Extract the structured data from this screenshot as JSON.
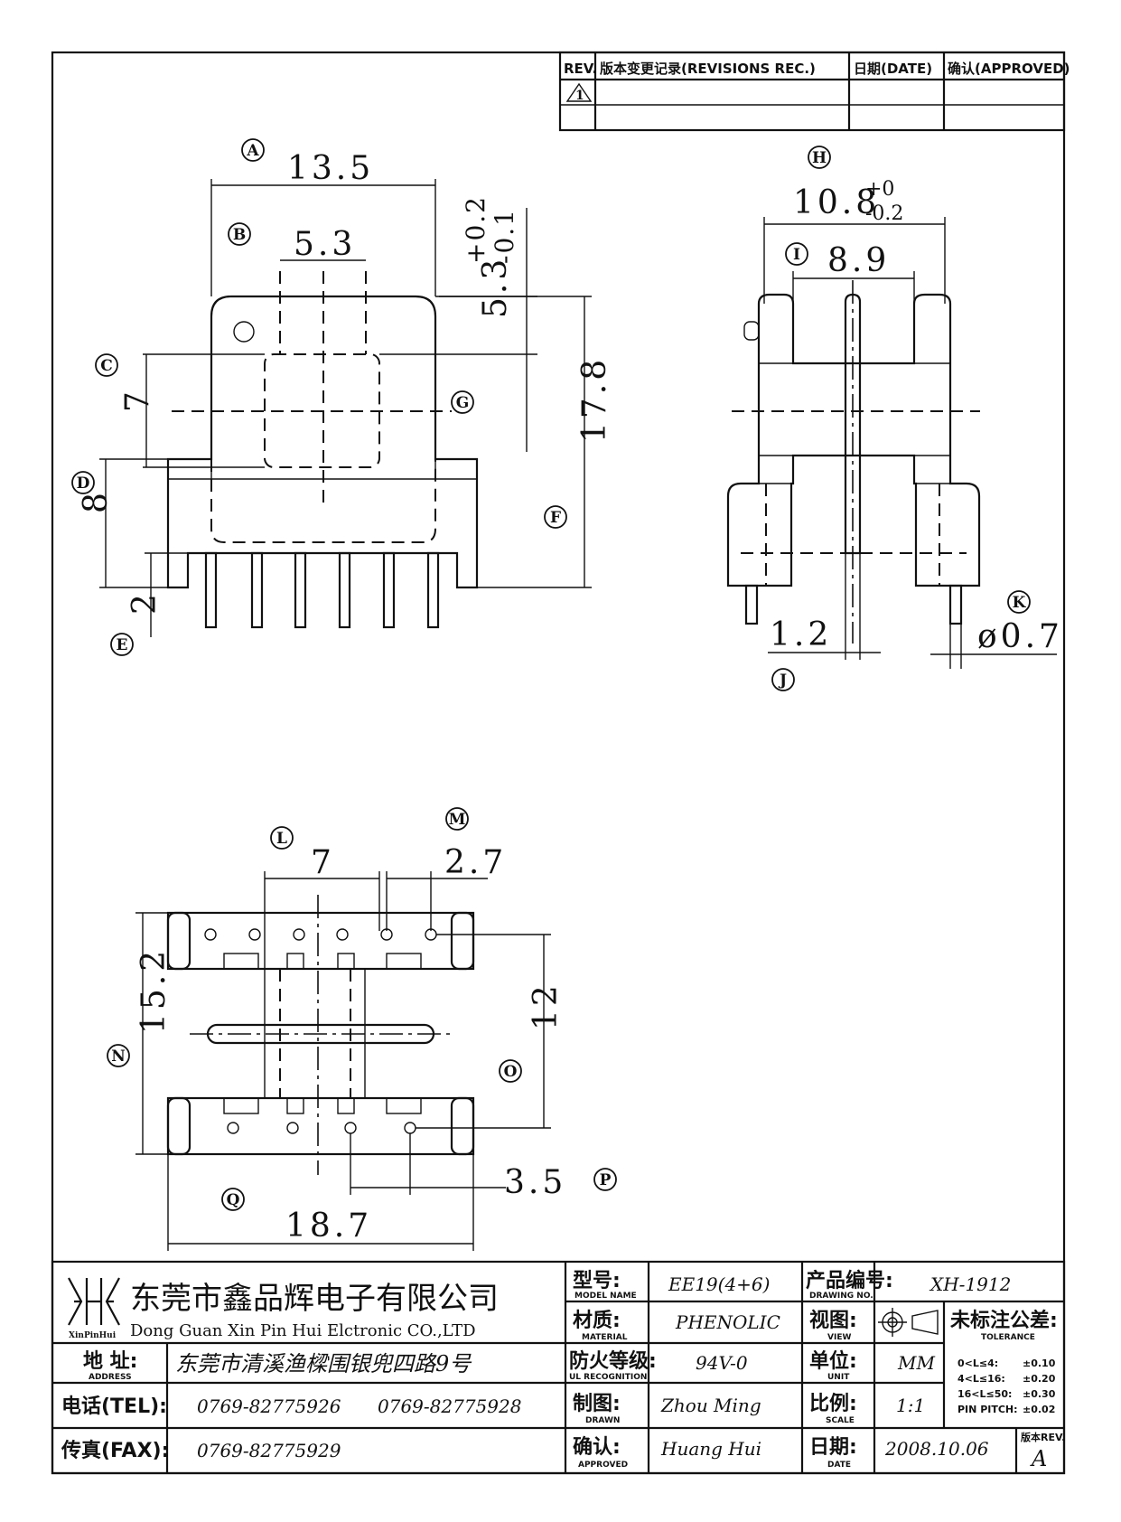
{
  "revision_table": {
    "col_rev": "REV.",
    "col_desc": "版本变更记录(REVISIONS REC.)",
    "col_date": "日期(DATE)",
    "col_approved": "确认(APPROVED)",
    "rev_mark": "1"
  },
  "front_view": {
    "callouts": [
      "A",
      "B",
      "C",
      "D",
      "E",
      "F",
      "G"
    ],
    "dims": {
      "width_total": "13.5",
      "core_width": "5.3",
      "height_upper_main": "5.3",
      "height_upper_tol_plus": "+0.2",
      "height_upper_tol_minus": "-0.1",
      "height_window": "7",
      "height_total": "17.8",
      "height_base": "8",
      "pin_gap": "2"
    }
  },
  "side_view": {
    "callouts": [
      "H",
      "I",
      "J",
      "K"
    ],
    "dims": {
      "width_total_main": "10.8",
      "width_total_tol_plus": "+0",
      "width_total_tol_minus": "-0.2",
      "inner_width": "8.9",
      "wall": "1.2",
      "pin_dia": "ø0.7"
    }
  },
  "bottom_view": {
    "callouts": [
      "L",
      "M",
      "N",
      "O",
      "P",
      "Q"
    ],
    "dims": {
      "pin_row_span": "7",
      "pin_pitch_top": "2.7",
      "depth_total": "15.2",
      "row_spacing": "12",
      "pin_pitch_bottom": "3.5",
      "length_total": "18.7"
    }
  },
  "title_block": {
    "logo_caption": "XinPinHui",
    "company_cn": "东莞市鑫品辉电子有限公司",
    "company_en": "Dong Guan Xin Pin Hui Elctronic CO.,LTD",
    "address_label": "地 址:",
    "address_sub": "ADDRESS",
    "address": "东莞市清溪渔樑围银兜四路9号",
    "tel_label": "电话(TEL):",
    "tel_1": "0769-82775926",
    "tel_2": "0769-82775928",
    "fax_label": "传真(FAX):",
    "fax": "0769-82775929",
    "model_label": "型号:",
    "model_sub": "MODEL NAME",
    "model": "EE19(4+6)",
    "material_label": "材质:",
    "material_sub": "MATERIAL",
    "material": "PHENOLIC",
    "flame_label": "防火等级:",
    "flame_sub": "UL RECOGNITION",
    "flame": "94V-0",
    "drawn_label": "制图:",
    "drawn_sub": "DRAWN",
    "drawn": "Zhou Ming",
    "approved_label": "确认:",
    "approved_sub": "APPROVED",
    "approved": "Huang Hui",
    "drawing_no_label": "产品编号:",
    "drawing_no_sub": "DRAWING NO.",
    "drawing_no": "XH-1912",
    "view_label": "视图:",
    "view_sub": "VIEW",
    "unit_label": "单位:",
    "unit_sub": "UNIT",
    "unit": "MM",
    "scale_label": "比例:",
    "scale_sub": "SCALE",
    "scale": "1:1",
    "date_label": "日期:",
    "date_sub": "DATE",
    "date": "2008.10.06",
    "tolerance_label": "未标注公差:",
    "tolerance_sub": "TOLERANCE",
    "tolerances": [
      {
        "range": "0<L≤4:",
        "value": "±0.10"
      },
      {
        "range": "4<L≤16:",
        "value": "±0.20"
      },
      {
        "range": "16<L≤50:",
        "value": "±0.30"
      },
      {
        "range": "PIN PITCH:",
        "value": "±0.02"
      }
    ],
    "rev_label": "版本REV.",
    "rev": "A"
  }
}
